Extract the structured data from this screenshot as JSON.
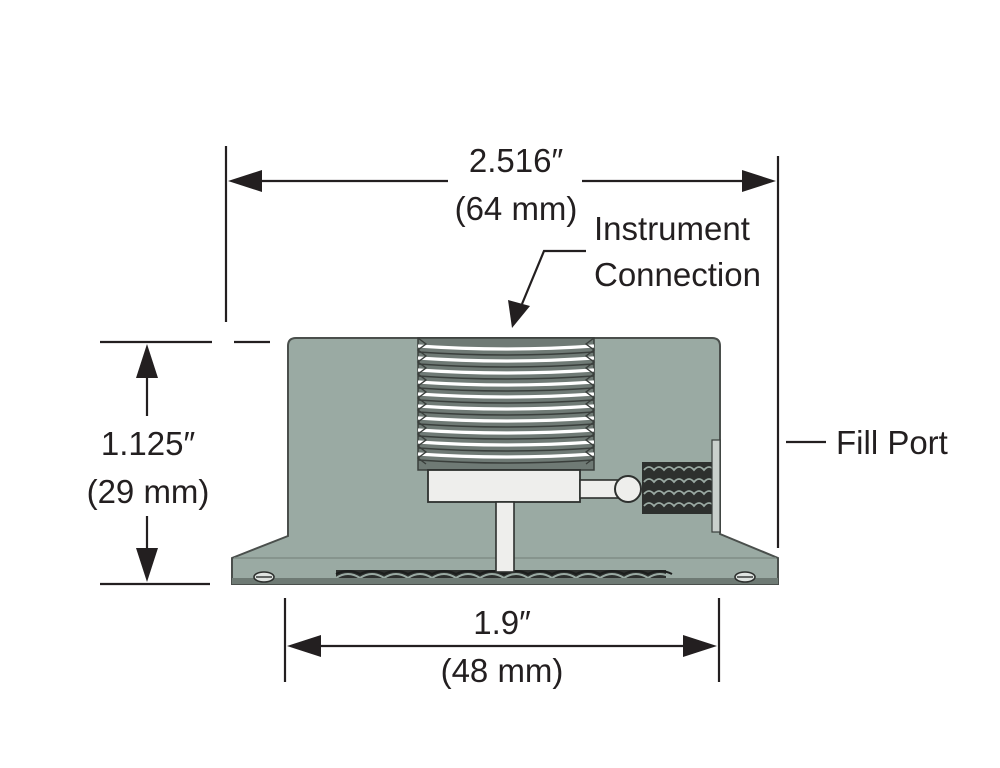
{
  "dimensions": {
    "overall_width": {
      "imperial": "2.516″",
      "metric": "(64 mm)"
    },
    "height": {
      "imperial": "1.125″",
      "metric": "(29 mm)"
    },
    "base_width": {
      "imperial": "1.9″",
      "metric": "(48 mm)"
    }
  },
  "callouts": {
    "instrument_connection": {
      "line1": "Instrument",
      "line2": "Connection"
    },
    "fill_port": "Fill Port"
  },
  "colors": {
    "body": "#9aaaa3",
    "outline": "#4a4f4c",
    "ink": "#231f20"
  }
}
